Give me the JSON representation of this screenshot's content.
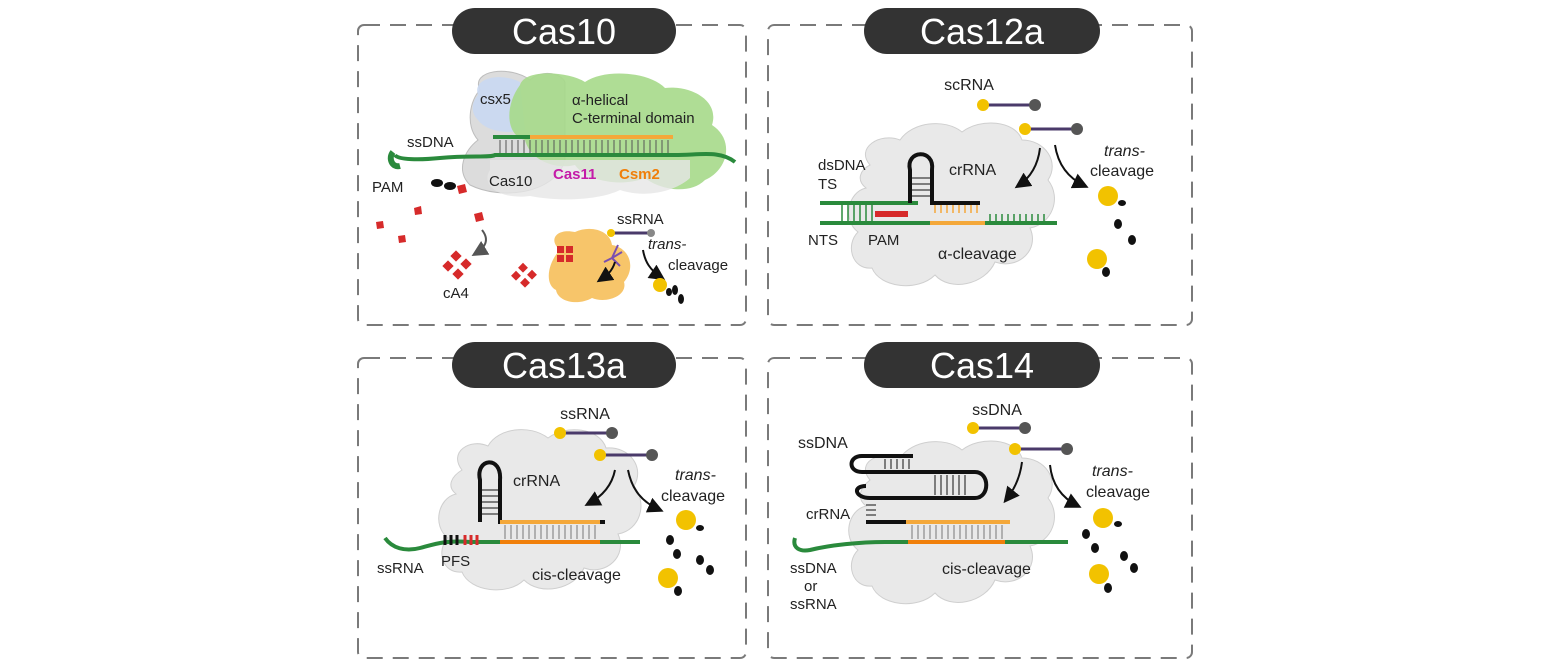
{
  "colors": {
    "panel_border": "#7a7a7a",
    "title_pill": "#333333",
    "cloud_fill": "#e9e9e9",
    "dna_green": "#2a8a3c",
    "crrna_orange": "#f4a83a",
    "pam_red": "#d62a2a",
    "reporter_yellow": "#f2c200",
    "reporter_dark": "#222222",
    "csx5_blue": "#c9d8f2",
    "helical_green": "#a6d98a",
    "cas11_magenta": "#c41ba8",
    "csm2_orange": "#f07f0a",
    "cas10_cleavage_orange": "#f7c56a"
  },
  "panels": {
    "cas10": {
      "title": "Cas10",
      "csx5": "csx5",
      "helical_line1": "α-helical",
      "helical_line2": "C-terminal domain",
      "ssdna": "ssDNA",
      "pam": "PAM",
      "cas10": "Cas10",
      "cas11": "Cas11",
      "csm2": "Csm2",
      "ca4": "cA4",
      "ssrna": "ssRNA",
      "trans": "trans-",
      "cleavage": "cleavage"
    },
    "cas12a": {
      "title": "Cas12a",
      "scrna": "scRNA",
      "dsdna": "dsDNA",
      "ts": "TS",
      "nts": "NTS",
      "pam": "PAM",
      "crrna": "crRNA",
      "alpha_cleavage": "α-cleavage",
      "trans": "trans-",
      "cleavage": "cleavage"
    },
    "cas13a": {
      "title": "Cas13a",
      "ssrna_top": "ssRNA",
      "crrna": "crRNA",
      "ssrna_target": "ssRNA",
      "pfs": "PFS",
      "cis_cleavage": "cis-cleavage",
      "trans": "trans-",
      "cleavage": "cleavage"
    },
    "cas14": {
      "title": "Cas14",
      "ssdna_top": "ssDNA",
      "ssdna_left": "ssDNA",
      "crrna": "crRNA",
      "target_line1": "ssDNA",
      "target_line2": "or",
      "target_line3": "ssRNA",
      "cis_cleavage": "cis-cleavage",
      "trans": "trans-",
      "cleavage": "cleavage"
    }
  }
}
